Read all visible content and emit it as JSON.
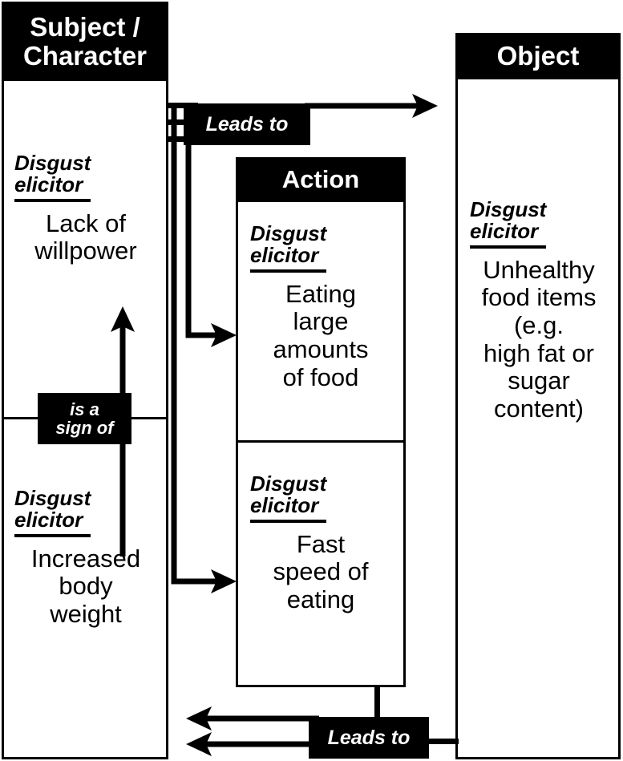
{
  "meta": {
    "diagram_title": "Disgust elicitors in obesity stigma: subject / action / object model",
    "accent_color": "#000000",
    "background_color": "#ffffff"
  },
  "subject": {
    "header": "Subject /\nCharacter",
    "items": [
      {
        "elicitor_label": "Disgust\nelicitor",
        "text": "Lack of\nwillpower"
      },
      {
        "elicitor_label": "Disgust\nelicitor",
        "text": "Increased\nbody\nweight"
      }
    ],
    "relation_label": "is a\nsign of"
  },
  "action": {
    "header": "Action",
    "items": [
      {
        "elicitor_label": "Disgust\nelicitor",
        "text": "Eating\nlarge\namounts\nof food"
      },
      {
        "elicitor_label": "Disgust\nelicitor",
        "text": "Fast\nspeed of\neating"
      }
    ]
  },
  "object": {
    "header": "Object",
    "items": [
      {
        "elicitor_label": "Disgust\nelicitor",
        "text": "Unhealthy\nfood items\n(e.g.\nhigh fat or\nsugar\ncontent)"
      }
    ]
  },
  "connectors": {
    "top_label": "Leads to",
    "bottom_label": "Leads to"
  }
}
